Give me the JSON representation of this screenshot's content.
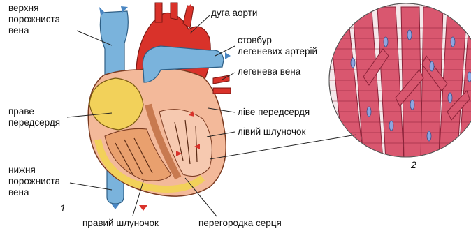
{
  "labels": {
    "svc": "верхня\nпорожниста\nвена",
    "arch": "дуга аорти",
    "trunk": "стовбур\nлегеневих артерій",
    "pvein": "легенева вена",
    "ra": "праве\nпередсердя",
    "la": "ліве передсердя",
    "lv": "лівий шлуночок",
    "ivc": "нижня\nпорожниста\nвена",
    "rv": "правий шлуночок",
    "septum": "перегородка серця"
  },
  "figure_numbers": {
    "heart": "1",
    "muscle": "2"
  },
  "colors": {
    "venous_blue": "#7ab3dc",
    "arterial_red": "#d9322a",
    "heart_wall": "#f3b99a",
    "myocardium_yellow": "#f2d15a",
    "muscle_pink": "#d9576f",
    "nucleus_blue": "#8fa6e0"
  }
}
